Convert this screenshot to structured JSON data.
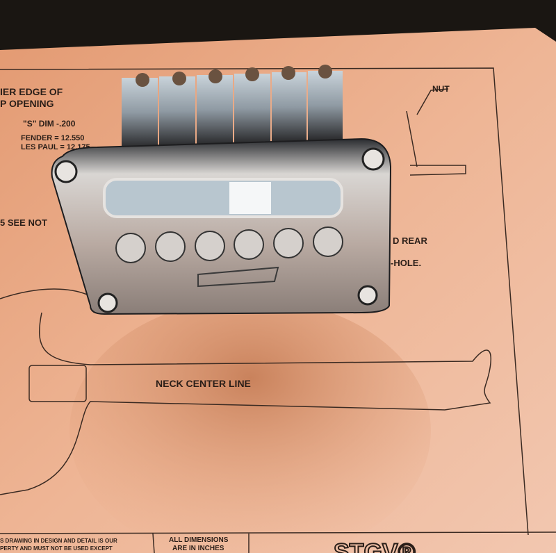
{
  "photo": {
    "subject": "",
    "colors": {
      "paper": "#e9a680",
      "paper_light": "#f3c9b0",
      "chrome": "#c9c7c5",
      "background": "#1a1612",
      "ink": "#2a1e18"
    }
  },
  "blueprint": {
    "texts": {
      "edge1": "IER EDGE OF",
      "edge2": "P OPENING",
      "nut": "NUT",
      "s_dim": "\"S\" DIM -.200",
      "fender": "FENDER = 12.550",
      "les_paul": "LES PAUL = 12.175",
      "see_note": "5  SEE NOT",
      "rear": "D REAR",
      "hole": "-HOLE.",
      "neck_center": "NECK CENTER LINE",
      "title_note1": "S DRAWING IN DESIGN AND DETAIL IS OUR",
      "title_note2": "PERTY AND MUST NOT BE USED EXCEPT",
      "dims1": "ALL DIMENSIONS",
      "dims2": "ARE IN INCHES",
      "logo": "STGV®"
    }
  }
}
